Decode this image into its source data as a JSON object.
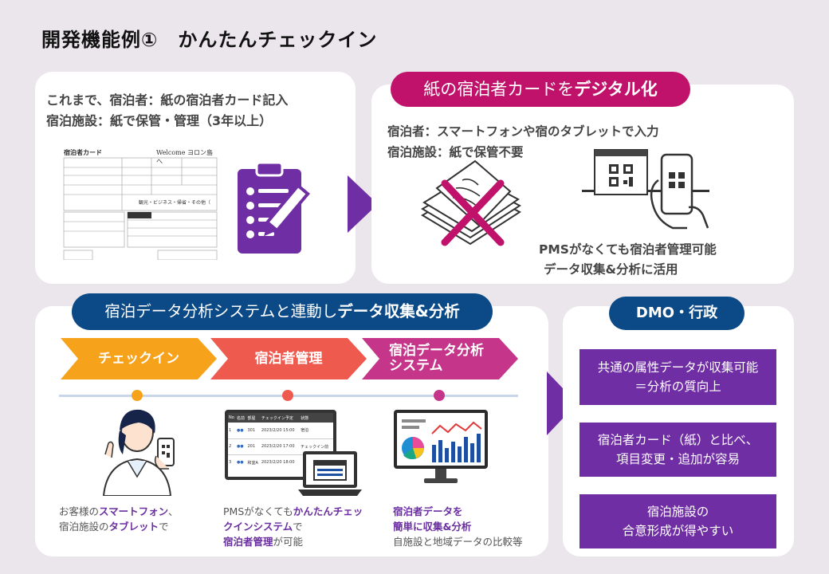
{
  "page": {
    "title": "開発機能例①　かんたんチェックイン"
  },
  "before": {
    "line1": "これまで、宿泊者：紙の宿泊者カード記入",
    "line2": "宿泊施設：紙で保管・管理（3年以上）",
    "card": {
      "heading": "宿泊者カード",
      "welcome": "Welcome ヨロン島へ",
      "purpose": "観光・ビジネス・帰省・その他（"
    }
  },
  "after": {
    "pill_normal": "紙の宿泊者カードを",
    "pill_bold": "デジタル化",
    "line1": "宿泊者：スマートフォンや宿のタブレットで入力",
    "line2": "宿泊施設：紙で保管不要",
    "note1": "PMSがなくても宿泊者管理可能",
    "note2": "データ収集&分析に活用"
  },
  "flow": {
    "pill_normal": "宿泊データ分析システムと連動し",
    "pill_bold": "データ収集&分析",
    "steps": [
      {
        "label": "チェックイン"
      },
      {
        "label": "宿泊者管理"
      },
      {
        "label_l1": "宿泊データ分析",
        "label_l2": "システム"
      }
    ],
    "cap1": {
      "a": "お客様の",
      "b": "スマートフォン",
      "c": "、",
      "d": "宿泊施設の",
      "e": "タブレット",
      "f": "で"
    },
    "cap2": {
      "a": "PMSがなくても",
      "b": "かんたんチェッ",
      "c": "クインシステム",
      "d": "で",
      "e": "宿泊者管理",
      "f": "が可能"
    },
    "cap3": {
      "a": "宿泊者データを",
      "b": "簡単に収集&分析",
      "c": "自施設と地域データの比較等"
    },
    "table": {
      "headers": [
        "No",
        "名前",
        "部屋",
        "チェックイン予定",
        "状態"
      ],
      "rows": [
        [
          "1",
          "●●",
          "301",
          "2023/2/20 15:00",
          "宿泊"
        ],
        [
          "2",
          "●●",
          "201",
          "2023/2/20 17:00",
          "チェックイン前"
        ],
        [
          "3",
          "●●",
          "和室A",
          "2023/2/20 18:00",
          ""
        ]
      ]
    }
  },
  "dmo": {
    "pill": "DMO・行政",
    "box1_l1": "共通の属性データが収集可能",
    "box1_l2": "＝分析の質向上",
    "box2_l1": "宿泊者カード（紙）と比べ、",
    "box2_l2": "項目変更・追加が容易",
    "box3_l1": "宿泊施設の",
    "box3_l2": "合意形成が得やすい"
  },
  "colors": {
    "purple": "#6f2ea3",
    "navy": "#0b4a86",
    "magenta": "#c0126a",
    "orange": "#f7a21b",
    "red": "#ef5a4f",
    "pink": "#c5368a"
  }
}
